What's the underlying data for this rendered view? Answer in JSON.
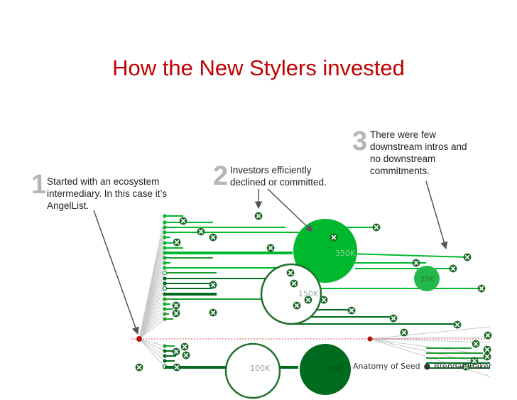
{
  "slide": {
    "title": "How the New Stylers invested"
  },
  "steps": [
    {
      "number": "1",
      "text": "Started with an ecosystem intermediary. In this case it’s AngelList."
    },
    {
      "number": "2",
      "text": "Investors efficiently declined or committed."
    },
    {
      "number": "3",
      "text": "There were few downstream intros and no downstream commitments."
    }
  ],
  "amounts": {
    "large": "350K",
    "mid": "150K",
    "small": "100K",
    "right": "25K",
    "dark": "75K"
  },
  "footer": {
    "left": "Anatomy of Seed",
    "separator": "●",
    "right": "Brendan Baker"
  },
  "colors": {
    "title": "#c00000",
    "bright_green": "#00b82e",
    "mid_green": "#1f9a2f",
    "dark_green": "#006a1e",
    "declined_mark": "#1e6b2b",
    "hub": "#b01010"
  }
}
